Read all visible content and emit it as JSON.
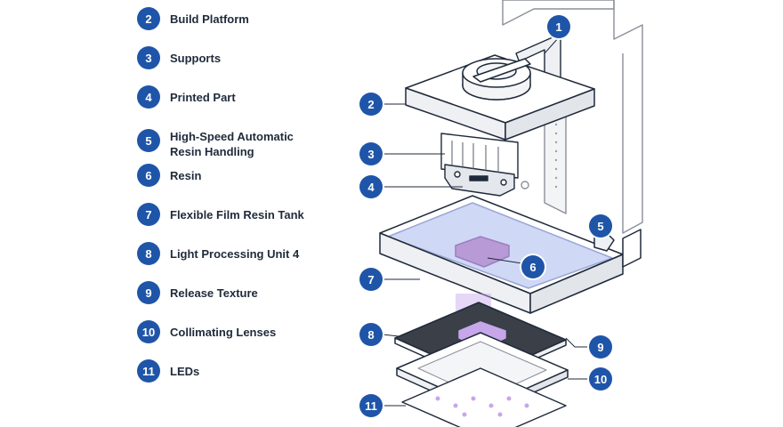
{
  "colors": {
    "badge": "#1f55a8",
    "line": "#1f2a3a",
    "resin": "#cfd8f5",
    "part": "#b89bd6",
    "led_glow": "#c7a6ea"
  },
  "legend": [
    {
      "number": "2",
      "label": "Build Platform"
    },
    {
      "number": "3",
      "label": "Supports"
    },
    {
      "number": "4",
      "label": "Printed Part"
    },
    {
      "number": "5",
      "label": "High-Speed Automatic\nResin Handling"
    },
    {
      "number": "6",
      "label": "Resin"
    },
    {
      "number": "7",
      "label": "Flexible Film Resin Tank"
    },
    {
      "number": "8",
      "label": "Light Processing Unit 4"
    },
    {
      "number": "9",
      "label": "Release Texture"
    },
    {
      "number": "10",
      "label": "Collimating Lenses"
    },
    {
      "number": "11",
      "label": "LEDs"
    }
  ],
  "callouts": [
    "1",
    "2",
    "3",
    "4",
    "5",
    "6",
    "7",
    "8",
    "9",
    "10",
    "11"
  ]
}
